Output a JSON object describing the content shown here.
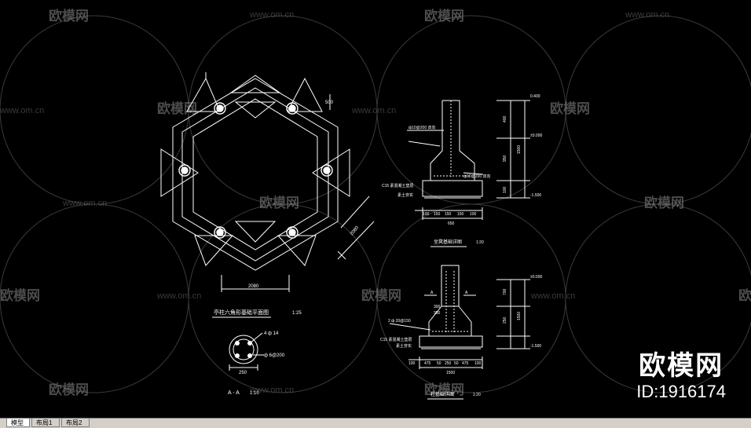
{
  "drawing": {
    "plan": {
      "title": "亭柱六角形基础平面图",
      "scale": "1:25",
      "dim_bottom": "2080",
      "dim_side": "2080",
      "dim_top": "500"
    },
    "section_aa": {
      "title": "A - A",
      "scale": "1:10",
      "rebar_main": "4 ф 14",
      "stirrup": "ф 6@200",
      "size": "250"
    },
    "wall_section": {
      "title": "坐凳基础详图",
      "scale": "1:20",
      "callout_top": "ф10@200 双向",
      "callout_mid": "ф10@200 双向",
      "label_c15": "C15 素混凝土垫层",
      "label_soil": "素土夯实",
      "elev_top": "0.400",
      "elev_mid": "±0.000",
      "elev_bottom": "-1.500",
      "dim_400": "400",
      "dim_950": "950",
      "dim_1500": "1500",
      "dim_100": "100",
      "bottom_dims": [
        "100",
        "150",
        "150",
        "150",
        "100"
      ],
      "total_width": "650"
    },
    "column_section": {
      "title": "柱基础详图",
      "scale": "1:20",
      "label_a1": "A",
      "label_a2": "A",
      "callout": "2 ф 20@150",
      "label_c15": "C15 素混凝土垫层",
      "label_soil": "素土夯实",
      "elev_top": "±0.000",
      "elev_bottom": "-1.500",
      "dim_700": "700",
      "dim_250": "250",
      "dim_1500": "1500",
      "dim_300": "300",
      "dim_350": "350",
      "bottom_dims": [
        "100",
        "475",
        "50",
        "250",
        "50",
        "475",
        "100"
      ],
      "total_width": "1500"
    }
  },
  "watermark": {
    "url": "www.om.cn",
    "logo": "欧模网"
  },
  "brand": {
    "name": "欧模网",
    "id": "ID:1916174"
  },
  "tabs": [
    "模型",
    "布局1",
    "布局2"
  ]
}
